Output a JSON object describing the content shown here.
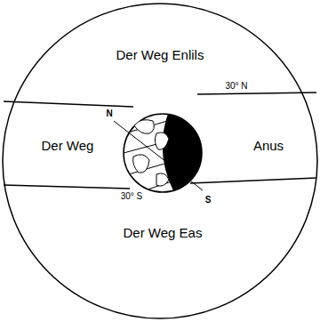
{
  "diagram": {
    "nodes": [
      {
        "text": [
          "Der Weg Enlils"
        ]
      },
      {
        "text": [
          "Der Weg",
          "Anus"
        ]
      },
      {
        "text": [
          "Der Weg Eas"
        ]
      }
    ],
    "labels": [
      "N",
      "S",
      "30° N",
      "30° S"
    ]
  }
}
